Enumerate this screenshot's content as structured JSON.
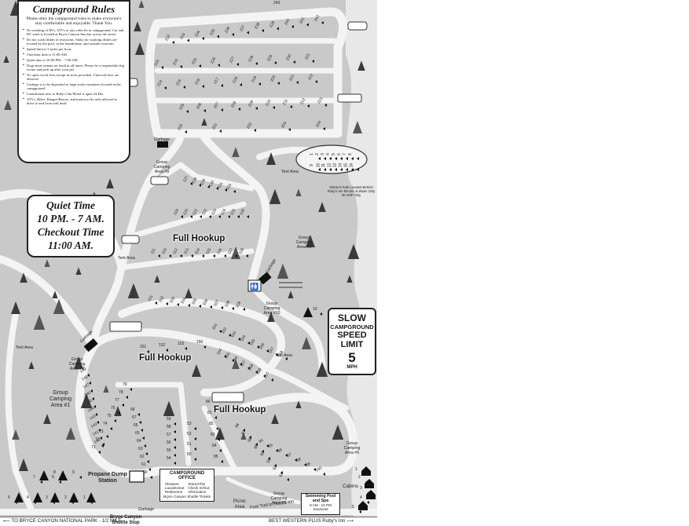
{
  "rules": {
    "title": "Campground Rules",
    "intro": "Please obey the campground rules to make everyone's stay comfortable and enjoyable. Thank You.",
    "items": [
      "No washing of RVs, ATVs or any vehicles in campground. Car and RV wash is located at Bryce Canyon Sinclair across the street.",
      "Do not wash dishes in restrooms. Sinks for washing dishes are located by the pool, in the laundromat, and outside restroom.",
      "Speed limit is 5 miles per hour.",
      "Checkout time is 11:00 AM.",
      "Quiet time is 10:00 PM. - 7:00 AM.",
      "Dogs must remain on leash at all times. Please be a responsible dog owner and pick up after your pet.",
      "No open wood fires except in areas provided. Charcoal fires are allowed.",
      "Garbage is to be deposited in large trash containers located in the campground.",
      "Laundromat next to Ruby's Inn Motel is open 24 Hrs.",
      "ATVs, Bikes, Ranger/Razors, and motorcycles only allowed to drive to and from trail head."
    ]
  },
  "quiet_box": {
    "line1": "Quiet Time",
    "line2": "10 PM. - 7 AM.",
    "line3": "Checkout Time",
    "line4": "11:00 AM."
  },
  "speed_sign": {
    "line1": "SLOW",
    "line2": "CAMPGROUND",
    "line3": "SPEED",
    "line4": "LIMIT",
    "value": "5",
    "unit": "MPH"
  },
  "office": {
    "title1": "CAMPGROUND",
    "title2": "OFFICE",
    "col1": [
      "Showers",
      "Laundromat",
      "Restrooms"
    ],
    "col2": [
      "Store/ATM",
      "Check In/Out",
      "Information"
    ],
    "footer": "Bryce Canyon Shuttle Tickets"
  },
  "pool": {
    "title": "Swimming Pool and Spa",
    "hours": "8 AM - 10 PM",
    "season": "Seasonal"
  },
  "areas": {
    "full_hookup": "Full Hookup",
    "garbage": "Garbage",
    "tent_area": "Tent Area",
    "group_8": "Group Camping Area #8",
    "group_3": "Group Camping Area #3",
    "group_10": "Group Camping Area #10",
    "group_2": "Group Camping Area #2",
    "group_1": "Group Camping Area #1",
    "group_5": "Group Camping Area #5",
    "group_6": "Group Camping Area #6",
    "minnies": "Minnie's Park Located Behind Ruby's Inn Electric & Water Only 30 AMP Only",
    "propane": "Propane Dump Station",
    "picnic": "Picnic Area",
    "cabins": "Cabins",
    "foot_trail": "Foot Trail to Ruby's Inn",
    "bryce_shuttle": "Bryce Canyon Shuttle Stop"
  },
  "bottom": {
    "left": "TO BRYCE CANYON NATIONAL PARK - 1/2 MILE",
    "right": "BEST WESTERN PLUS Ruby's Inn"
  },
  "sites": {
    "top_row": [
      "232",
      "233",
      "234",
      "235",
      "236",
      "237",
      "238",
      "239",
      "240",
      "241",
      "242"
    ],
    "top_corner": "243",
    "row2": [
      "223",
      "224",
      "225",
      "226",
      "227",
      "228",
      "229",
      "230",
      "231"
    ],
    "row3": [
      "214",
      "215",
      "216",
      "217",
      "218",
      "219",
      "220",
      "221",
      "222"
    ],
    "row4": [
      "205",
      "206",
      "207",
      "208",
      "209",
      "210",
      "211",
      "212",
      "213"
    ],
    "row5": [
      "200",
      "201",
      "202",
      "203",
      "204"
    ],
    "minnies_top": [
      "1",
      "2",
      "3",
      "4",
      "5",
      "6",
      "7",
      "8"
    ],
    "minnies_bottom": [
      "9",
      "10",
      "11",
      "12",
      "13",
      "14",
      "15",
      "16"
    ],
    "mid_a": [
      "127",
      "128",
      "129",
      "130",
      "131",
      "133"
    ],
    "mid_b": [
      "119",
      "120",
      "121",
      "122",
      "123",
      "124",
      "125",
      "126"
    ],
    "mid_c": [
      "111",
      "110",
      "112",
      "113",
      "114",
      "115",
      "116",
      "117",
      "118"
    ],
    "mid_d": [
      "101",
      "102",
      "103",
      "104",
      "105",
      "106",
      "107",
      "108",
      "109"
    ],
    "east": [
      "161",
      "162",
      "163",
      "164",
      "165",
      "166",
      "167",
      "168"
    ],
    "east2": [
      "154",
      "155",
      "156",
      "157",
      "158",
      "159",
      "160"
    ],
    "curve": [
      "151",
      "152",
      "153",
      "150"
    ],
    "west": [
      "149",
      "148",
      "147",
      "146",
      "145",
      "144",
      "143",
      "142",
      "141",
      "140"
    ],
    "sw_a": [
      "79",
      "78",
      "77",
      "76",
      "75",
      "74",
      "73",
      "72",
      "71"
    ],
    "sw_b": [
      "68",
      "67",
      "66",
      "65",
      "64",
      "63",
      "62",
      "61",
      "60"
    ],
    "sw_c": [
      "59",
      "58",
      "57",
      "56",
      "55",
      "54"
    ],
    "south": [
      "53",
      "52",
      "51",
      "50",
      "80",
      "81",
      "82",
      "83",
      "84",
      "85"
    ],
    "se": [
      "86",
      "87",
      "88",
      "89",
      "90",
      "91",
      "92",
      "93",
      "94",
      "95",
      "96",
      "97",
      "98",
      "99",
      "100"
    ],
    "teepees": [
      "1",
      "2",
      "3",
      "4",
      "5",
      "6",
      "7",
      "8",
      "9",
      "10"
    ],
    "cabin_numbers": [
      "1",
      "2",
      "3",
      "4",
      "5"
    ]
  }
}
